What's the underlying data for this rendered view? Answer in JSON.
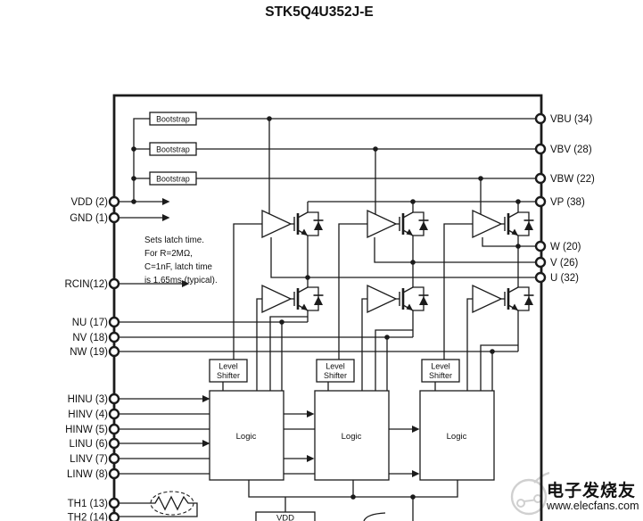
{
  "title": "STK5Q4U352J-E",
  "blocks": {
    "bootstrap": "Bootstrap",
    "level_shifter_top": "Level",
    "level_shifter_bottom": "Shifter",
    "logic": "Logic",
    "vdd": "VDD"
  },
  "note_lines": [
    "Sets latch time.",
    "For R=2MΩ,",
    "C=1nF, latch time",
    "is 1.65ms (typical)."
  ],
  "pins_left": [
    "VDD (2)",
    "GND (1)",
    "RCIN(12)",
    "NU (17)",
    "NV (18)",
    "NW (19)",
    "HINU (3)",
    "HINV (4)",
    "HINW (5)",
    "LINU (6)",
    "LINV (7)",
    "LINW (8)",
    "TH1 (13)",
    "TH2 (14)"
  ],
  "pins_right": [
    "VBU (34)",
    "VBV (28)",
    "VBW (22)",
    "VP (38)",
    "W (20)",
    "V (26)",
    "U (32)"
  ],
  "watermark": {
    "brand": "电子发烧友",
    "url": "www.elecfans.com"
  },
  "colors": {
    "line": "#1b1b1b",
    "watermark": "#d4d4d4"
  }
}
